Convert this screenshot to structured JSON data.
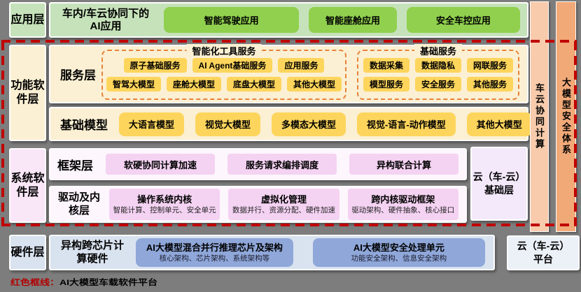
{
  "colors": {
    "background": "#7d7d7d",
    "red_frame": "#c00000",
    "app_green_light": "#c6e2ba",
    "app_button_green": "#90d04e",
    "cream": "#fbf0d3",
    "yellow_button": "#fdd55c",
    "orange_dashed": "#e8833a",
    "pink_label": "#f9e6f7",
    "purple_container": "#fdf6fd",
    "purple_button": "#f4d2f2",
    "cloud_base_bg": "#f4e9fb",
    "hardware_bg": "#d9e2ef",
    "hardware_button_blue": "#8fa7d9",
    "cloud_platform_bg": "#ecf1f8",
    "sidebar_compute": "#f7cbab",
    "sidebar_security": "#f2a978"
  },
  "app_layer": {
    "label": "应用层",
    "title": "车内/车云协同下的AI应用",
    "apps": [
      "智能驾驶应用",
      "智能座舱应用",
      "安全车控应用"
    ]
  },
  "functional_layer": {
    "label": "功能软件层",
    "service": {
      "label": "服务层",
      "tool_group": {
        "title": "智能化工具服务",
        "row1": [
          "原子基础服务",
          "AI Agent基础服务",
          "应用服务"
        ],
        "row2": [
          "智驾大模型",
          "座舱大模型",
          "底盘大模型",
          "其他大模型"
        ]
      },
      "basic_group": {
        "title": "基础服务",
        "row1": [
          "数据采集",
          "数据隐私",
          "网联服务"
        ],
        "row2": [
          "模型服务",
          "安全服务",
          "其他服务"
        ]
      }
    },
    "base_models": {
      "label": "基础模型",
      "models": [
        "大语言模型",
        "视觉大模型",
        "多模态大模型",
        "视觉-语言-动作模型",
        "其他大模型"
      ]
    }
  },
  "system_layer": {
    "label": "系统软件层",
    "framework": {
      "label": "框架层",
      "items": [
        "软硬协同计算加速",
        "服务请求编排调度",
        "异构联合计算"
      ]
    },
    "driver_kernel": {
      "label": "驱动及内核层",
      "items": [
        {
          "title": "操作系统内核",
          "subtitle": "智能计算、控制单元、安全单元"
        },
        {
          "title": "虚拟化管理",
          "subtitle": "数据并行、资源分配、硬件加速"
        },
        {
          "title": "跨内核驱动框架",
          "subtitle": "驱动架构、硬件抽象、核心接口"
        }
      ]
    },
    "cloud_base": {
      "line1": "云（车-云）",
      "line2": "基础层"
    }
  },
  "hardware_layer": {
    "label": "硬件层",
    "title": "异构跨芯片计算硬件",
    "items": [
      {
        "title": "AI大模型混合并行推理芯片及架构",
        "subtitle": "核心架构、芯片架构、系统架构等"
      },
      {
        "title": "AI大模型安全处理单元",
        "subtitle": "功能安全架构、信息安全架构"
      }
    ],
    "cloud_platform": {
      "line1": "云（车-云）",
      "line2": "平台"
    }
  },
  "side_bars": {
    "cloud_compute": "车云协同计算",
    "security": "大模型安全体系"
  },
  "caption": {
    "prefix": "红色框线：",
    "text": "AI大模型车载软件平台"
  }
}
